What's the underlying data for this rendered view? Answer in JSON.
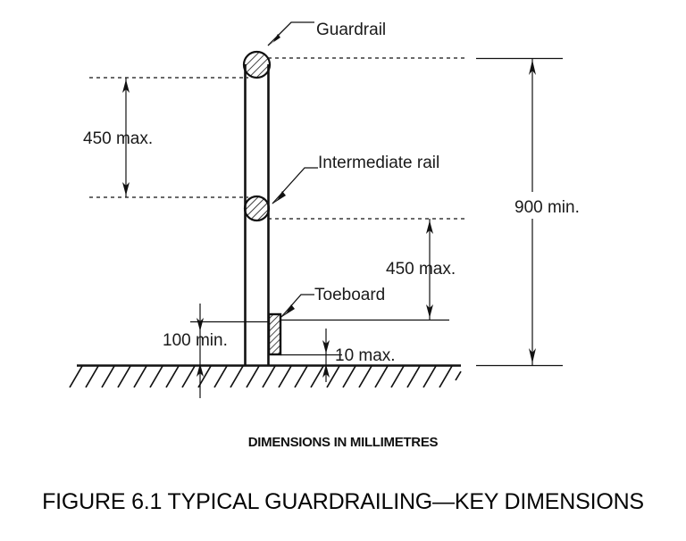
{
  "figure": {
    "caption_units": "DIMENSIONS IN MILLIMETRES",
    "title": "FIGURE  6.1   TYPICAL GUARDRAILING—KEY DIMENSIONS"
  },
  "callouts": {
    "guardrail": "Guardrail",
    "intermediate_rail": "Intermediate rail",
    "toeboard": "Toeboard"
  },
  "dimensions": {
    "top_gap": "450 max.",
    "lower_gap": "450 max.",
    "toeboard_height": "100 min.",
    "toeboard_clearance": "10 max.",
    "overall_height": "900 min."
  },
  "colors": {
    "line": "#111111",
    "text": "#1a1a1a",
    "background": "#ffffff"
  },
  "chart_data": {
    "type": "diagram",
    "title": "FIGURE  6.1   TYPICAL GUARDRAILING—KEY DIMENSIONS",
    "units": "millimetres",
    "elements": [
      {
        "name": "Guardrail",
        "shape": "hatched-circle",
        "height_from_ground": 900
      },
      {
        "name": "Intermediate rail",
        "shape": "hatched-circle"
      },
      {
        "name": "Toeboard",
        "shape": "hatched-rectangle",
        "height": 100,
        "ground_clearance": 10
      },
      {
        "name": "Post",
        "shape": "vertical-double-line"
      },
      {
        "name": "Ground",
        "shape": "hatched-ground-line"
      }
    ],
    "annotations": [
      {
        "label": "450 max.",
        "between": [
          "Guardrail",
          "Intermediate rail"
        ]
      },
      {
        "label": "450 max.",
        "between": [
          "Intermediate rail",
          "Toeboard top"
        ]
      },
      {
        "label": "100 min.",
        "measures": "Toeboard height"
      },
      {
        "label": "10 max.",
        "measures": "Toeboard clearance above ground"
      },
      {
        "label": "900 min.",
        "measures": "Guardrail height above ground"
      }
    ]
  }
}
